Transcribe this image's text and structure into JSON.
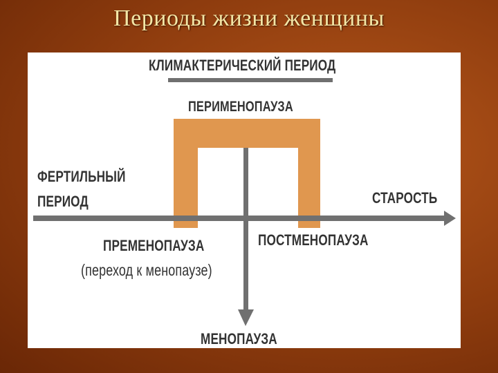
{
  "title": "Периоды жизни женщины",
  "diagram": {
    "climacteric": "КЛИМАКТЕРИЧЕСКИЙ ПЕРИОД",
    "perimenopause": "ПЕРИМЕНОПАУЗА",
    "fertile_line1": "ФЕРТИЛЬНЫЙ",
    "fertile_line2": "ПЕРИОД",
    "old_age": "СТАРОСТЬ",
    "premenopause": "ПРЕМЕНОПАУЗА",
    "premenopause_note": "(переход к менопаузе)",
    "postmenopause": "ПОСТМЕНОПАУЗА",
    "menopause": "МЕНОПАУЗА"
  },
  "colors": {
    "background": "#9a4411",
    "title": "#f3e6a6",
    "bracket": "#e0974f",
    "axis": "#707070"
  }
}
